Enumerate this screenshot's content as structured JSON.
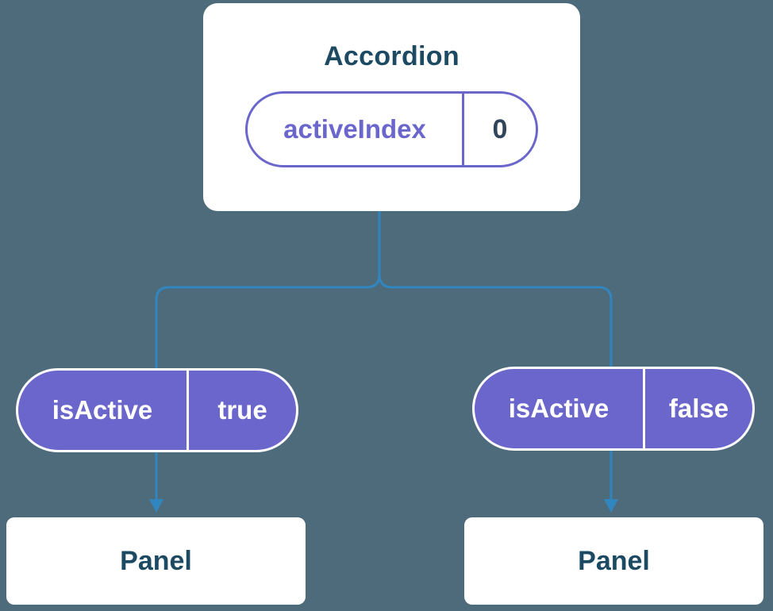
{
  "diagram": {
    "accordion": {
      "title": "Accordion",
      "prop_label": "activeIndex",
      "prop_value": "0"
    },
    "pills": [
      {
        "label": "isActive",
        "value": "true"
      },
      {
        "label": "isActive",
        "value": "false"
      }
    ],
    "panels": [
      {
        "title": "Panel"
      },
      {
        "title": "Panel"
      }
    ],
    "colors": {
      "background": "#4d6b7a",
      "connector": "#3286c0",
      "purple": "#6b66cc",
      "card": "#ffffff",
      "title_text": "#1d4a63",
      "value_text": "#31455a"
    }
  }
}
